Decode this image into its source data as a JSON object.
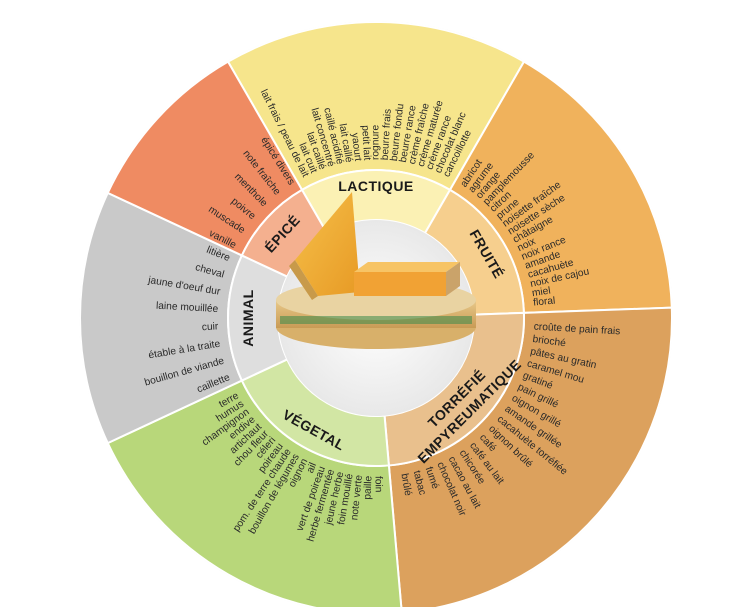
{
  "wheel": {
    "categories": [
      {
        "id": "lactique",
        "name": "LACTIQUE",
        "color": "#f6e58c",
        "inner": "#fbf1b4",
        "terms": [
          "lait frais / peau de lait",
          "lait cuit",
          "lait caillé",
          "lait concentré",
          "caillé acidifié",
          "lait caillé",
          "yaourt",
          "petit lait",
          "rognure",
          "beurre frais",
          "beurre fondu",
          "beurre rance",
          "crème fraîche",
          "crème maturée",
          "crème rance",
          "chocolat blanc",
          "cancoillotte"
        ]
      },
      {
        "id": "fruite",
        "name": "FRUITÉ",
        "color": "#f0b25c",
        "inner": "#f6cf8e",
        "terms": [
          "abricot",
          "agrume",
          "orange",
          "pamplemousse",
          "citron",
          "prune",
          "noisette fraîche",
          "noisette sèche",
          "châtaigne",
          "noix",
          "noix rance",
          "amande",
          "cacahuète",
          "noix de cajou",
          "miel",
          "floral"
        ]
      },
      {
        "id": "torrefie",
        "name": "TORRÉFIÉ",
        "name2": "EMPYREUMATIQUE",
        "color": "#dca15d",
        "inner": "#e9c08d",
        "terms": [
          "croûte de pain frais",
          "brioché",
          "pâtes au gratin",
          "caramel mou",
          "gratiné",
          "pain grillé",
          "oignon grillé",
          "amande grillée",
          "cacahuète torréfiée",
          "oignon brûlé",
          "café",
          "café au lait",
          "chicorée",
          "cacao au lait",
          "chocolat noir",
          "fumé",
          "tabac",
          "brûlé"
        ]
      },
      {
        "id": "vegetal",
        "name": "VÉGETAL",
        "color": "#b8d77a",
        "inner": "#d2e6a4",
        "terms": [
          "foin",
          "paille",
          "note verte",
          "foin mouillé",
          "jeune herbe",
          "herbe fermentée",
          "vert de poireau",
          "ail",
          "oignon",
          "bouillon de légumes",
          "pom. de terre chaude",
          "poireau",
          "céleri",
          "chou fleur",
          "artichaut",
          "endive",
          "champignon",
          "humus",
          "terre"
        ]
      },
      {
        "id": "animal",
        "name": "ANIMAL",
        "color": "#c9c9c9",
        "inner": "#dedede",
        "terms": [
          "caillette",
          "bouillon de viande",
          "étable à la traite",
          "cuir",
          "laine mouillée",
          "jaune d'oeuf dur",
          "cheval",
          "litière"
        ]
      },
      {
        "id": "epice",
        "name": "ÉPICÉ",
        "color": "#ef8b62",
        "inner": "#f4b08f",
        "terms": [
          "vanille",
          "muscade",
          "poivre",
          "menthole",
          "note fraîche",
          "épicé divers"
        ]
      }
    ]
  }
}
